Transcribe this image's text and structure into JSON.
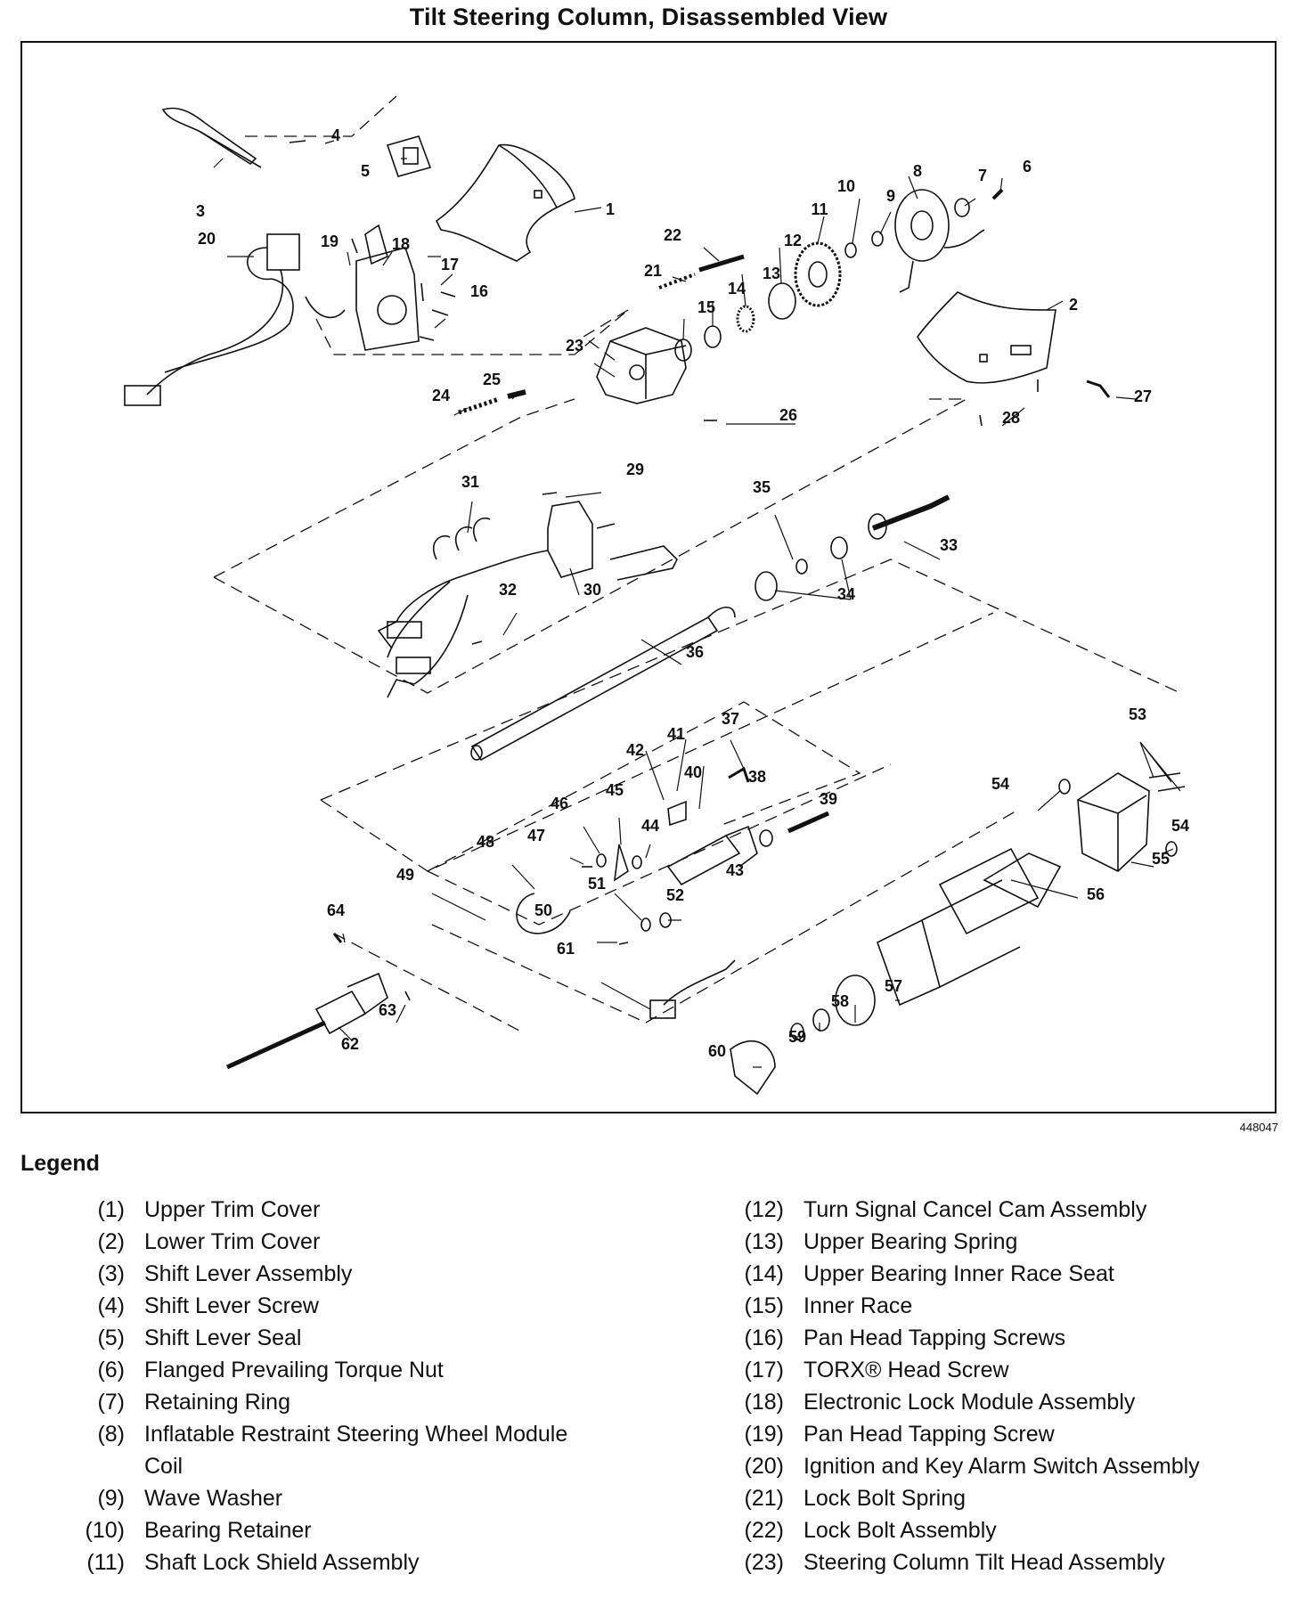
{
  "title": "Tilt Steering Column, Disassembled View",
  "figure_id": "448047",
  "legend_title": "Legend",
  "legend": [
    {
      "num": "(1)",
      "label": "Upper Trim Cover"
    },
    {
      "num": "(2)",
      "label": "Lower Trim Cover"
    },
    {
      "num": "(3)",
      "label": "Shift Lever Assembly"
    },
    {
      "num": "(4)",
      "label": "Shift Lever Screw"
    },
    {
      "num": "(5)",
      "label": "Shift Lever Seal"
    },
    {
      "num": "(6)",
      "label": "Flanged Prevailing Torque Nut"
    },
    {
      "num": "(7)",
      "label": "Retaining Ring"
    },
    {
      "num": "(8)",
      "label": "Inflatable Restraint Steering Wheel Module Coil"
    },
    {
      "num": "(9)",
      "label": "Wave Washer"
    },
    {
      "num": "(10)",
      "label": "Bearing Retainer"
    },
    {
      "num": "(11)",
      "label": "Shaft Lock Shield Assembly"
    },
    {
      "num": "(12)",
      "label": "Turn Signal Cancel Cam Assembly"
    },
    {
      "num": "(13)",
      "label": "Upper Bearing Spring"
    },
    {
      "num": "(14)",
      "label": "Upper Bearing Inner Race Seat"
    },
    {
      "num": "(15)",
      "label": "Inner Race"
    },
    {
      "num": "(16)",
      "label": "Pan Head Tapping Screws"
    },
    {
      "num": "(17)",
      "label": "TORX® Head Screw"
    },
    {
      "num": "(18)",
      "label": "Electronic Lock Module Assembly"
    },
    {
      "num": "(19)",
      "label": "Pan Head Tapping Screw"
    },
    {
      "num": "(20)",
      "label": "Ignition and Key Alarm Switch Assembly"
    },
    {
      "num": "(21)",
      "label": "Lock Bolt Spring"
    },
    {
      "num": "(22)",
      "label": "Lock Bolt Assembly"
    },
    {
      "num": "(23)",
      "label": "Steering Column Tilt Head Assembly"
    }
  ],
  "callouts": [
    "1",
    "2",
    "3",
    "4",
    "5",
    "6",
    "7",
    "8",
    "9",
    "10",
    "11",
    "12",
    "13",
    "14",
    "15",
    "16",
    "17",
    "18",
    "19",
    "20",
    "21",
    "22",
    "23",
    "24",
    "25",
    "26",
    "27",
    "28",
    "29",
    "30",
    "31",
    "32",
    "33",
    "34",
    "35",
    "36",
    "37",
    "38",
    "39",
    "40",
    "41",
    "42",
    "43",
    "44",
    "45",
    "46",
    "47",
    "48",
    "49",
    "50",
    "51",
    "52",
    "53",
    "54",
    "54",
    "55",
    "56",
    "57",
    "58",
    "59",
    "60",
    "61",
    "62",
    "63",
    "64"
  ]
}
